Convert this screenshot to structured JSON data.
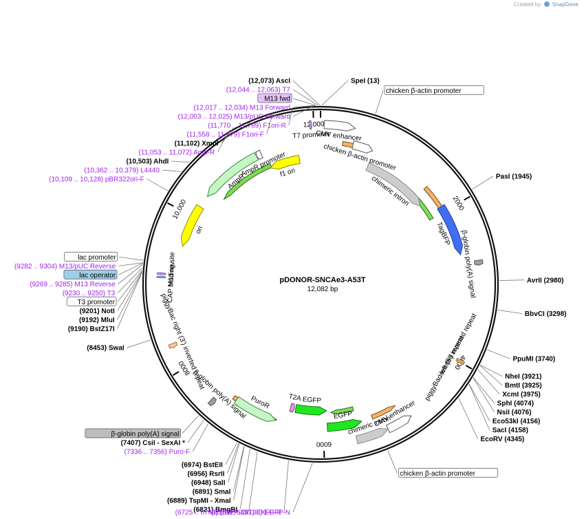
{
  "brand": {
    "prefix": "Created by",
    "name": "SnapGene"
  },
  "map": {
    "name": "pDONOR-SNCAe3-A53T",
    "length_bp": 12082,
    "size_label": "12,082 bp"
  },
  "ticks": [
    {
      "bp": 0,
      "label": ""
    },
    {
      "bp": 2000,
      "label": "2000"
    },
    {
      "bp": 4000,
      "label": "4000"
    },
    {
      "bp": 6000,
      "label": "6000"
    },
    {
      "bp": 8000,
      "label": "8000"
    },
    {
      "bp": 10000,
      "label": "10,000"
    },
    {
      "bp": 12000,
      "label": "12,000"
    }
  ],
  "features": [
    {
      "name": "CMV enhancer",
      "start": 44,
      "end": 423,
      "dir": 1,
      "color": "#ffffff",
      "border": "#555555",
      "track": 0
    },
    {
      "name": "chicken β-actin promoter",
      "start": 440,
      "end": 715,
      "dir": 1,
      "color": "#ffffff",
      "border": "#555555",
      "track": 1
    },
    {
      "name": "chimeric intron",
      "start": 730,
      "end": 1740,
      "dir": 1,
      "color": "#cccccc",
      "border": "#888888",
      "track": 2
    },
    {
      "name": "TagBFP",
      "start": 1920,
      "end": 2620,
      "dir": 1,
      "color": "#3f6ff0",
      "border": "#1e3ea8",
      "track": 1
    },
    {
      "name": "β-globin poly(A) signal",
      "start": 2730,
      "end": 2790,
      "dir": 1,
      "color": "#9aa0a6",
      "border": "#555555",
      "track": 0
    },
    {
      "name": "inverted repeat",
      "start": 3970,
      "end": 4010,
      "dir": 1,
      "color": "#f5c79a",
      "border": "#a86a2a",
      "track": 0
    },
    {
      "name": "piggyBac left (5') inverted repeat",
      "start": 3990,
      "end": 4010,
      "dir": 1,
      "color": "#f5c79a",
      "border": "#a86a2a",
      "track": 0
    },
    {
      "name": "CMV enhancer",
      "start": 4880,
      "end": 5200,
      "dir": -1,
      "color": "#ffffff",
      "border": "#555555",
      "track": 0
    },
    {
      "name": "chimeric intron",
      "start": 5200,
      "end": 5600,
      "dir": -1,
      "color": "#cccccc",
      "border": "#888888",
      "track": 0
    },
    {
      "name": "EGFP",
      "start": 5480,
      "end": 5950,
      "dir": -1,
      "color": "#22e622",
      "border": "#107010",
      "track": 1
    },
    {
      "name": "EGFP",
      "start": 5950,
      "end": 6420,
      "dir": -1,
      "color": "#22e622",
      "border": "#107010",
      "track": 2
    },
    {
      "name": "T2A",
      "start": 6440,
      "end": 6500,
      "dir": -1,
      "color": "#d8a0d8",
      "border": "#7a3a7a",
      "track": 2
    },
    {
      "name": "PuroR",
      "start": 6650,
      "end": 7250,
      "dir": -1,
      "color": "#c6f5c6",
      "border": "#2d8a2d",
      "track": 1
    },
    {
      "name": "β-globin poly(A) signal",
      "start": 7440,
      "end": 7500,
      "dir": -1,
      "color": "#9aa0a6",
      "border": "#555555",
      "track": 0
    },
    {
      "name": "piggyBac right (3') inverted repeat",
      "start": 8280,
      "end": 8330,
      "dir": -1,
      "color": "#f5c79a",
      "border": "#a86a2a",
      "track": 0
    },
    {
      "name": "CAP binding site",
      "start": 9140,
      "end": 9160,
      "dir": 1,
      "color": "#9ecfe6",
      "border": "#3a6a8a",
      "track": 0
    },
    {
      "name": "M13 rev",
      "start": 9180,
      "end": 9200,
      "dir": 1,
      "color": "#d0b0f0",
      "border": "#7a4aa0",
      "track": 0
    },
    {
      "name": "ori",
      "start": 9580,
      "end": 10160,
      "dir": -1,
      "color": "#ffff00",
      "border": "#8a8a00",
      "track": 1
    },
    {
      "name": "AmpR",
      "start": 10330,
      "end": 11190,
      "dir": -1,
      "color": "#c6f5c6",
      "border": "#2d8a2d",
      "track": 1
    },
    {
      "name": "AmpR promoter",
      "start": 11190,
      "end": 11260,
      "dir": -1,
      "color": "#ffffff",
      "border": "#555555",
      "track": 1
    },
    {
      "name": "f1 ori",
      "start": 11300,
      "end": 11760,
      "dir": -1,
      "color": "#ffff00",
      "border": "#8a8a00",
      "track": 2
    },
    {
      "name": "T7 promoter",
      "start": 11950,
      "end": 11975,
      "dir": 1,
      "color": "#d0b0f0",
      "border": "#7a4aa0",
      "track": 0
    }
  ],
  "outer_arcs": [
    {
      "start": 300,
      "end": 700,
      "dir": 1,
      "color": "#f2b46a",
      "border": "#7a4a10",
      "track": 0
    },
    {
      "start": 1300,
      "end": 2000,
      "dir": -1,
      "color": "#7ed957",
      "border": "#2d6a10",
      "track": 1
    },
    {
      "start": 1590,
      "end": 2400,
      "dir": 1,
      "color": "#f2b46a",
      "border": "#7a4a10",
      "track": 0
    },
    {
      "start": 4980,
      "end": 5330,
      "dir": -1,
      "color": "#f2b46a",
      "border": "#7a4a10",
      "track": 0
    },
    {
      "start": 5550,
      "end": 5890,
      "dir": 1,
      "color": "#7ed957",
      "border": "#2d6a10",
      "track": 1
    },
    {
      "start": 6640,
      "end": 7300,
      "dir": -1,
      "color": "#f2b46a",
      "border": "#7a4a10",
      "track": 0
    },
    {
      "start": 10450,
      "end": 11320,
      "dir": -1,
      "color": "#7ed957",
      "border": "#2d6a10",
      "track": 1
    }
  ],
  "labels": [
    {
      "text": "chicken β-actin promoter",
      "style": "boxed",
      "bp": 600
    },
    {
      "text": "chicken β-actin promoter",
      "style": "boxed",
      "bp": 5300
    }
  ],
  "sites": [
    {
      "name": "AscI",
      "pos": "(12,073)",
      "bp": 12073,
      "kind": "enzyme"
    },
    {
      "name": "SpeI",
      "pos": "(13)",
      "bp": 13,
      "kind": "enzyme"
    },
    {
      "name": "PasI",
      "pos": "(1945)",
      "bp": 1945,
      "kind": "enzyme"
    },
    {
      "name": "AvrII",
      "pos": "(2980)",
      "bp": 2980,
      "kind": "enzyme"
    },
    {
      "name": "BbvCI",
      "pos": "(3298)",
      "bp": 3298,
      "kind": "enzyme"
    },
    {
      "name": "PpuMI",
      "pos": "(3740)",
      "bp": 3740,
      "kind": "enzyme"
    },
    {
      "name": "NheI",
      "pos": "(3921)",
      "bp": 3921,
      "kind": "enzyme"
    },
    {
      "name": "BmtI",
      "pos": "(3925)",
      "bp": 3925,
      "kind": "enzyme"
    },
    {
      "name": "XcmI",
      "pos": "(3975)",
      "bp": 3975,
      "kind": "enzyme"
    },
    {
      "name": "SphI",
      "pos": "(4074)",
      "bp": 4074,
      "kind": "enzyme"
    },
    {
      "name": "NsiI",
      "pos": "(4076)",
      "bp": 4076,
      "kind": "enzyme"
    },
    {
      "name": "Eco53kI",
      "pos": "(4156)",
      "bp": 4156,
      "kind": "enzyme"
    },
    {
      "name": "SacI",
      "pos": "(4158)",
      "bp": 4158,
      "kind": "enzyme"
    },
    {
      "name": "EcoRV",
      "pos": "(4345)",
      "bp": 4345,
      "kind": "enzyme"
    },
    {
      "name": "EGFP-N",
      "pos": "(6117 .. 6138)",
      "bp": 6127,
      "kind": "primer"
    },
    {
      "name": "EXFP-R",
      "pos": "(6378 .. 6397)",
      "bp": 6387,
      "kind": "primer"
    },
    {
      "name": "EGFP-C",
      "pos": "(6725 .. 6746)",
      "bp": 6735,
      "kind": "primer"
    },
    {
      "name": "BmgBI",
      "pos": "(6821)",
      "bp": 6821,
      "kind": "enzyme"
    },
    {
      "name": "TspMI - XmaI",
      "pos": "(6889)",
      "bp": 6889,
      "kind": "enzyme"
    },
    {
      "name": "SmaI",
      "pos": "(6891)",
      "bp": 6891,
      "kind": "enzyme"
    },
    {
      "name": "SalI",
      "pos": "(6948)",
      "bp": 6948,
      "kind": "enzyme"
    },
    {
      "name": "RsrII",
      "pos": "(6956)",
      "bp": 6956,
      "kind": "enzyme"
    },
    {
      "name": "BstEII",
      "pos": "(6974)",
      "bp": 6974,
      "kind": "enzyme"
    },
    {
      "name": "Puro-F",
      "pos": "(7336 .. 7356)",
      "bp": 7346,
      "kind": "primer"
    },
    {
      "name": "CsiI - SexAI *",
      "pos": "(7407)",
      "bp": 7407,
      "kind": "enzyme"
    },
    {
      "name": "β-globin poly(A) signal",
      "pos": "",
      "bp": 7480,
      "kind": "box-grey"
    },
    {
      "name": "SwaI",
      "pos": "(8453)",
      "bp": 8453,
      "kind": "enzyme"
    },
    {
      "name": "BstZ17I",
      "pos": "(9190)",
      "bp": 9190,
      "kind": "enzyme"
    },
    {
      "name": "MluI",
      "pos": "(9192)",
      "bp": 9192,
      "kind": "enzyme"
    },
    {
      "name": "NotI",
      "pos": "(9201)",
      "bp": 9201,
      "kind": "enzyme"
    },
    {
      "name": "T3 promoter",
      "pos": "",
      "bp": 9215,
      "kind": "box"
    },
    {
      "name": "T3",
      "pos": "(9230 .. 9250)",
      "bp": 9240,
      "kind": "primer"
    },
    {
      "name": "M13 Reverse",
      "pos": "(9269 .. 9285)",
      "bp": 9277,
      "kind": "primer"
    },
    {
      "name": "lac operator",
      "pos": "",
      "bp": 9290,
      "kind": "box-blue"
    },
    {
      "name": "M13/pUC Reverse",
      "pos": "(9282 .. 9304)",
      "bp": 9293,
      "kind": "primer"
    },
    {
      "name": "lac promoter",
      "pos": "",
      "bp": 9320,
      "kind": "box"
    },
    {
      "name": "pBR322ori-F",
      "pos": "(10,109 .. 10,128)",
      "bp": 10118,
      "kind": "primer"
    },
    {
      "name": "L4440",
      "pos": "(10,362 .. 10,379)",
      "bp": 10370,
      "kind": "primer"
    },
    {
      "name": "AhdI",
      "pos": "(10,503)",
      "bp": 10503,
      "kind": "enzyme"
    },
    {
      "name": "Amp-R",
      "pos": "(11,053 .. 11,072)",
      "bp": 11062,
      "kind": "primer"
    },
    {
      "name": "XmnI",
      "pos": "(11,102)",
      "bp": 11102,
      "kind": "enzyme"
    },
    {
      "name": "F1ori-F",
      "pos": "(11,558 .. 11,579)",
      "bp": 11568,
      "kind": "primer"
    },
    {
      "name": "F1ori-R",
      "pos": "(11,770 .. 11,789)",
      "bp": 11780,
      "kind": "primer"
    },
    {
      "name": "M13/pUC Forward",
      "pos": "(12,003 .. 12,025)",
      "bp": 12014,
      "kind": "primer"
    },
    {
      "name": "M13 Forward",
      "pos": "(12,017 .. 12,034)",
      "bp": 12025,
      "kind": "primer"
    },
    {
      "name": "M13 fwd",
      "pos": "",
      "bp": 12030,
      "kind": "box-purple"
    },
    {
      "name": "T7",
      "pos": "(12,044 .. 12,063)",
      "bp": 12053,
      "kind": "primer"
    }
  ],
  "colors": {
    "enzyme": "#000000",
    "primer": "#a020f0",
    "ring": "#111111"
  }
}
